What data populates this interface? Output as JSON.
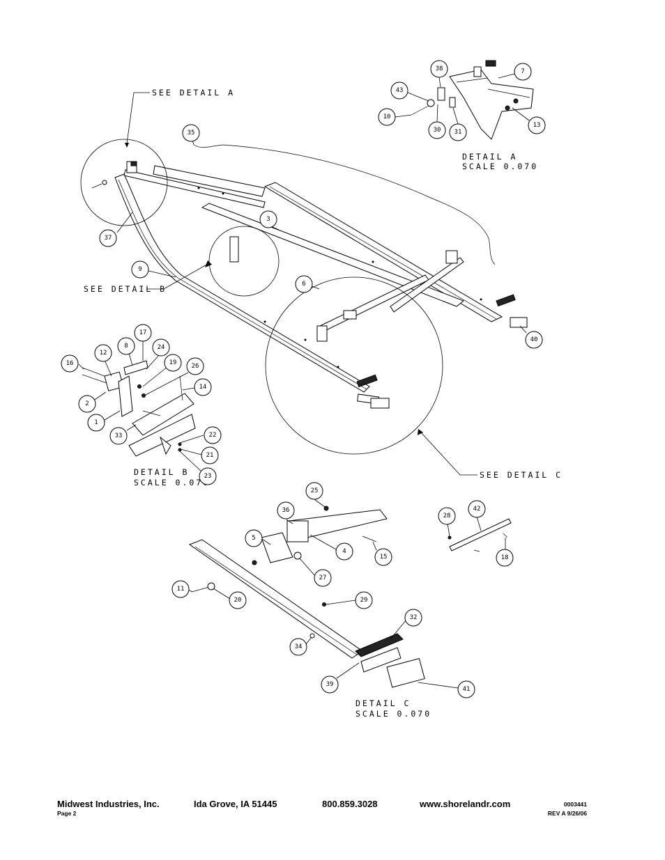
{
  "labels": {
    "see_detail_a": "SEE DETAIL A",
    "see_detail_b": "SEE DETAIL B",
    "see_detail_c": "SEE DETAIL C",
    "detail_a": "DETAIL A",
    "detail_b": "DETAIL B",
    "detail_c": "DETAIL C",
    "scale": "SCALE 0.070"
  },
  "callouts": {
    "c1": "1",
    "c2": "2",
    "c3": "3",
    "c4": "4",
    "c5": "5",
    "c6": "6",
    "c7": "7",
    "c8": "8",
    "c9": "9",
    "c10": "10",
    "c11": "11",
    "c12": "12",
    "c13": "13",
    "c14": "14",
    "c15": "15",
    "c16": "16",
    "c17": "17",
    "c18": "18",
    "c19": "19",
    "c20": "20",
    "c21": "21",
    "c22": "22",
    "c23": "23",
    "c24": "24",
    "c25": "25",
    "c26": "26",
    "c27": "27",
    "c28": "28",
    "c29": "29",
    "c30": "30",
    "c31": "31",
    "c32": "32",
    "c33": "33",
    "c34": "34",
    "c35": "35",
    "c36": "36",
    "c37": "37",
    "c38": "38",
    "c39": "39",
    "c40": "40",
    "c41": "41",
    "c42": "42",
    "c43": "43"
  },
  "footer": {
    "company": "Midwest Industries, Inc.",
    "city": "Ida Grove, IA 51445",
    "phone": "800.859.3028",
    "website": "www.shorelandr.com",
    "doc_number": "0003441",
    "page": "Page 2",
    "revision": "REV A 9/26/06"
  }
}
